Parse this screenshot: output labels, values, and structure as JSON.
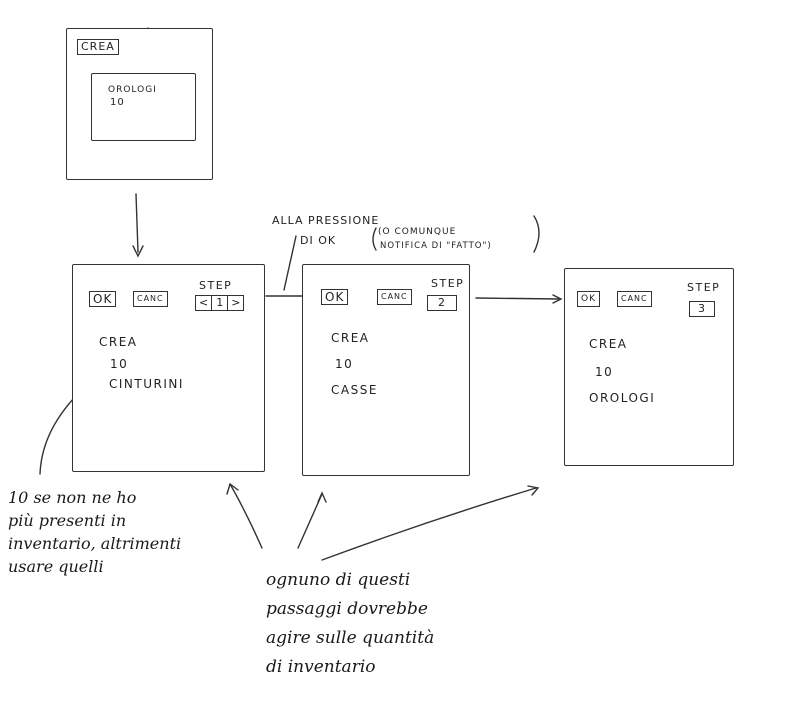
{
  "sketch_top": {
    "crea_button": "CREA",
    "inner_line1": "OROLOGI",
    "inner_line2": "10"
  },
  "step1": {
    "ok_button": "OK",
    "canc_button": "CANC",
    "step_label": "STEP",
    "step_prev": "<",
    "step_value": "1",
    "step_next": ">",
    "crea_label": "CREA",
    "quantity": "10",
    "item": "CINTURINI"
  },
  "step2": {
    "ok_button": "OK",
    "canc_button": "CANC",
    "step_label": "STEP",
    "step_value": "2",
    "crea_label": "CREA",
    "quantity": "10",
    "item": "CASSE"
  },
  "step3": {
    "ok_button": "OK",
    "canc_button": "CANC",
    "step_label": "STEP",
    "step_value": "3",
    "crea_label": "CREA",
    "quantity": "10",
    "item": "OROLOGI"
  },
  "transition_note": {
    "line1": "ALLA PRESSIONE",
    "line2": "DI OK",
    "line3": "(O COMUNQUE",
    "line4": "NOTIFICA DI \"FATTO\")"
  },
  "note_left": {
    "line1": "10 se non ne ho",
    "line2": "più presenti in",
    "line3": "inventario, altrimenti",
    "line4": "usare quelli"
  },
  "note_bottom": {
    "line1": "ognuno di questi",
    "line2": "passaggi dovrebbe",
    "line3": "agire sulle quantità",
    "line4": "di inventario"
  }
}
